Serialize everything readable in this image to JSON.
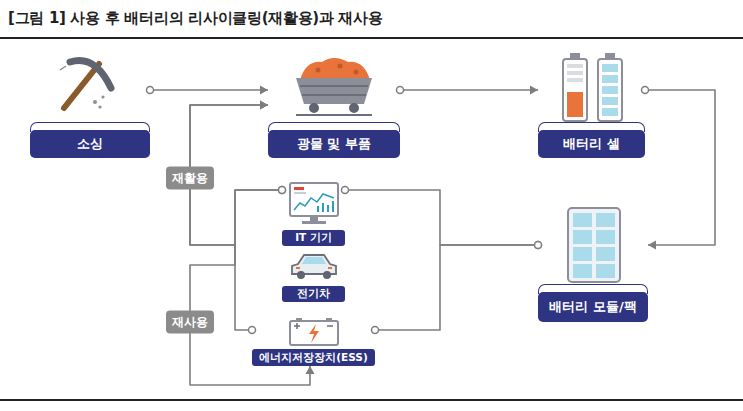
{
  "diagram": {
    "title": "[그림 1] 사용 후 배터리의 리사이클링(재활용)과 재사용",
    "nodes": [
      {
        "text": [
          "소싱"
        ]
      },
      {
        "text": [
          "광물 및 부품"
        ]
      },
      {
        "text": [
          "배터리 셀"
        ]
      },
      {
        "text": [
          "IT 기기"
        ]
      },
      {
        "text": [
          "전기차"
        ]
      },
      {
        "text": [
          "에너지저장장치(ESS)"
        ]
      },
      {
        "text": [
          "배터리 모듈/팩"
        ]
      }
    ],
    "edges": [
      {
        "from": 0,
        "to": 1,
        "arrow": "to"
      },
      {
        "from": 1,
        "to": 2,
        "arrow": "to"
      },
      {
        "from": 2,
        "to": 6,
        "arrow": "to"
      },
      {
        "from": 6,
        "to": 3,
        "arrow": "none"
      },
      {
        "from": 6,
        "to": 5,
        "arrow": "none"
      },
      {
        "from": 3,
        "to": 1,
        "label": "재활용",
        "arrow": "to"
      },
      {
        "from": 5,
        "to": 1,
        "arrow": "to"
      },
      {
        "from": 3,
        "to": 5,
        "label": "재사용",
        "arrow": "to"
      }
    ]
  }
}
